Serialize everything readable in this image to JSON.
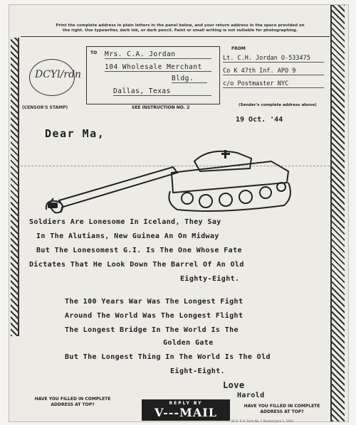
{
  "header": {
    "instructions": "Print the complete address in plain letters in the panel below, and your return address in the space provided on the right. Use typewriter, dark ink, or dark pencil. Faint or small writing is not suitable for photographing.",
    "censor_stamp_label": "(CENSOR'S STAMP)",
    "censor_signature": "DCYl/rdn",
    "to_label": "TO",
    "to_address": [
      "Mrs. C.A. Jordan",
      "104 Wholesale Merchant",
      "Bldg.",
      "Dallas, Texas"
    ],
    "from_label": "FROM",
    "from_address": [
      "Lt. C.H. Jordan O-533475",
      "Co K 47th Inf. APO 9",
      "c/o Postmaster NYC"
    ],
    "sender_note": "(Sender's complete address above)",
    "see_instruction": "SEE INSTRUCTION NO. 2"
  },
  "letter": {
    "date": "19 Oct. '44",
    "salutation": "Dear Ma,",
    "verse1": [
      "Soldiers Are Lonesome In Iceland, They Say",
      "In The Alutians, New Guinea An On Midway",
      "But The Lonesomest G.I. Is The One Whose Fate",
      "Dictates That He Look Down The Barrel Of An Old",
      "Eighty-Eight."
    ],
    "verse2": [
      "The 100 Years War Was The Longest Fight",
      "Around The World Was The Longest Flight",
      "The Longest Bridge In The World Is The",
      "Golden Gate",
      "But The Longest Thing In The World Is The Old",
      "Eight-Eight."
    ],
    "closing": "Love",
    "signature": "Harold"
  },
  "footer": {
    "left_note": [
      "HAVE YOU FILLED IN COMPLETE",
      "ADDRESS AT TOP?"
    ],
    "right_note": [
      "HAVE YOU FILLED IN COMPLETE",
      "ADDRESS AT TOP?"
    ],
    "reply_by": "REPLY BY",
    "vmail": "V---MAIL",
    "print_line": "W. D. P. O. Form No. 1 Revised June 1, 1943"
  }
}
